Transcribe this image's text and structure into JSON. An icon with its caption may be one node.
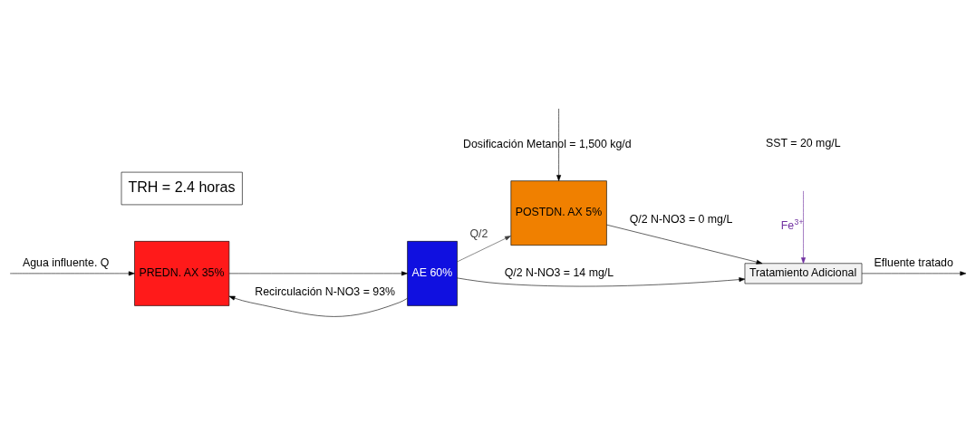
{
  "diagram": {
    "nodes": [
      {
        "text": [
          "PREDN. AX 35%"
        ]
      },
      {
        "text": [
          "AE 60%"
        ]
      },
      {
        "text": [
          "POSTDN. AX 5%"
        ]
      },
      {
        "text": [
          "Tratamiento Adicional"
        ]
      },
      {
        "text": [
          "TRH = 2.4 horas"
        ]
      }
    ],
    "edges": [
      {
        "from": null,
        "to": 0,
        "arrow": "to",
        "label": "Agua influente. Q"
      },
      {
        "from": 0,
        "to": 1,
        "arrow": "to"
      },
      {
        "from": 1,
        "to": 0,
        "arrow": "to",
        "label": "Recirculación N-NO3 = 93%"
      },
      {
        "from": 1,
        "to": 3,
        "arrow": "to",
        "label": "Q/2 N-NO3 = 14 mg/L"
      },
      {
        "from": 1,
        "to": 2,
        "arrow": "to",
        "label": "Q/2",
        "color": "#404040"
      },
      {
        "from": null,
        "to": 2,
        "arrow": "to",
        "label": "Dosificación Metanol = 1,500 kg/d"
      },
      {
        "from": 2,
        "to": 3,
        "arrow": "to",
        "label": "Q/2 N-NO3 = 0 mg/L"
      },
      {
        "from": 3,
        "to": null,
        "arrow": "to",
        "label": "Efluente tratado"
      },
      {
        "from": null,
        "to": 3,
        "arrow": "to",
        "label": "Fe$^{3+}$",
        "color": "#7030a0"
      }
    ],
    "labels": [
      "SST = 20 mg/L"
    ]
  }
}
